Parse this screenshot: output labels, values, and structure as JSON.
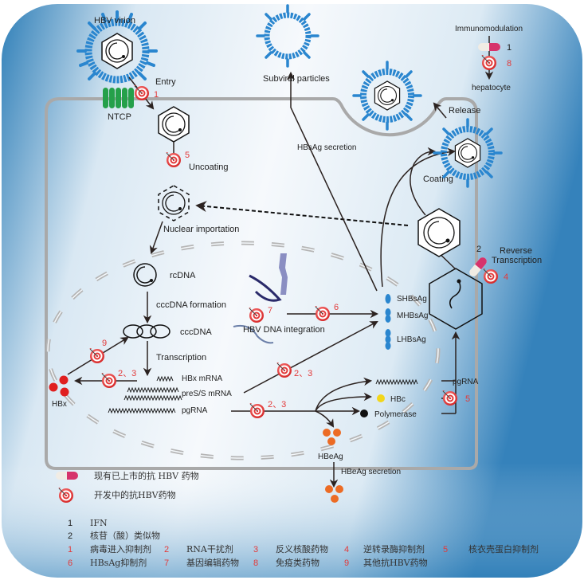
{
  "title": "HBV life cycle and anti-HBV drug targets",
  "colors": {
    "membrane": "#a9a9a9",
    "virus_blue": "#2a86cf",
    "target_red": "#e33a3a",
    "pill_pink": "#d6336c",
    "hbx_red": "#e01f1f",
    "hbeag_orange": "#ec6b24",
    "hbc_yellow": "#f2d61a",
    "ntcp_green": "#25a04a",
    "bg_blue_dark": "#2f7fb8",
    "bg_blue_light": "#f4f8fb"
  },
  "labels": {
    "hbv_virion": "HBV virion",
    "entry": "Entry",
    "ntcp": "NTCP",
    "subviral_particles": "Subviral particles",
    "immunomodulation": "Immunomodulation",
    "hepatocyte": "hepatocyte",
    "release": "Release",
    "hbsag_secretion": "HBsAg secretion",
    "coating": "Coating",
    "uncoating": "Uncoating",
    "nuclear_importation": "Nuclear importation",
    "reverse_transcription_1": "Reverse",
    "reverse_transcription_2": "Transcription",
    "rcdna": "rcDNA",
    "cccdna_formation": "cccDNA formation",
    "cccdna": "cccDNA",
    "transcription": "Transcription",
    "hbx_mrna": "HBx mRNA",
    "pres_mrna": "preS/S mRNA",
    "pgrna": "pgRNA",
    "pgrna_right": "pgRNA",
    "hbx": "HBx",
    "hbv_dna_integration": "HBV DNA integration",
    "shbsag": "SHBsAg",
    "mhbsag": "MHBsAg",
    "lhbsag": "LHBsAg",
    "hbc": "HBc",
    "polymerase": "Polymerase",
    "hbeag": "HBeAg",
    "hbeag_secretion": "HBeAg secretion"
  },
  "target_numbers": {
    "entry": "1",
    "uncoating": "5",
    "immuno_pill": "1",
    "immuno_target": "8",
    "rt_pill": "2",
    "rt_target": "4",
    "integration": "7",
    "hbsag": "6",
    "cccdna": "9",
    "hbx_rna": "2、3",
    "pres_rna": "2、3",
    "pgrna": "2、3",
    "capsid": "5"
  },
  "legend": {
    "pill_text": "现有已上市的抗 HBV 药物",
    "target_text": "开发中的抗HBV药物",
    "approved": [
      {
        "num": "1",
        "text": "IFN"
      },
      {
        "num": "2",
        "text": "核苷（酸）类似物"
      }
    ],
    "developing": [
      {
        "num": "1",
        "text": "病毒进入抑制剂"
      },
      {
        "num": "2",
        "text": "RNA干扰剂"
      },
      {
        "num": "3",
        "text": "反义核酸药物"
      },
      {
        "num": "4",
        "text": "逆转录酶抑制剂"
      },
      {
        "num": "5",
        "text": "核衣壳蛋白抑制剂"
      },
      {
        "num": "6",
        "text": "HBsAg抑制剂"
      },
      {
        "num": "7",
        "text": "基因编辑药物"
      },
      {
        "num": "8",
        "text": "免疫类药物"
      },
      {
        "num": "9",
        "text": "其他抗HBV药物"
      }
    ]
  }
}
